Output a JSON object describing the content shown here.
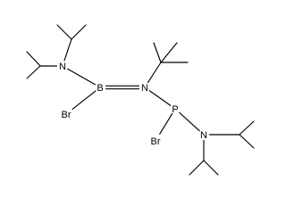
{
  "molecule": {
    "atoms": [
      {
        "id": "n1",
        "symbol": "N",
        "labeled": true
      },
      {
        "id": "b",
        "symbol": "B",
        "labeled": true
      },
      {
        "id": "br1",
        "symbol": "Br",
        "labeled": true
      },
      {
        "id": "n2",
        "symbol": "N",
        "labeled": true
      },
      {
        "id": "p",
        "symbol": "P",
        "labeled": true
      },
      {
        "id": "br2",
        "symbol": "Br",
        "labeled": true
      },
      {
        "id": "n3",
        "symbol": "N",
        "labeled": true
      },
      {
        "id": "ipr1_ch",
        "symbol": "C",
        "labeled": false
      },
      {
        "id": "ipr1_me1",
        "symbol": "C",
        "labeled": false
      },
      {
        "id": "ipr1_me2",
        "symbol": "C",
        "labeled": false
      },
      {
        "id": "ipr2_ch",
        "symbol": "C",
        "labeled": false
      },
      {
        "id": "ipr2_me1",
        "symbol": "C",
        "labeled": false
      },
      {
        "id": "ipr2_me2",
        "symbol": "C",
        "labeled": false
      },
      {
        "id": "tbu_c",
        "symbol": "C",
        "labeled": false
      },
      {
        "id": "tbu_me1",
        "symbol": "C",
        "labeled": false
      },
      {
        "id": "tbu_me2",
        "symbol": "C",
        "labeled": false
      },
      {
        "id": "tbu_me3",
        "symbol": "C",
        "labeled": false
      },
      {
        "id": "ipr3_ch",
        "symbol": "C",
        "labeled": false
      },
      {
        "id": "ipr3_me1",
        "symbol": "C",
        "labeled": false
      },
      {
        "id": "ipr3_me2",
        "symbol": "C",
        "labeled": false
      },
      {
        "id": "ipr4_ch",
        "symbol": "C",
        "labeled": false
      },
      {
        "id": "ipr4_me1",
        "symbol": "C",
        "labeled": false
      },
      {
        "id": "ipr4_me2",
        "symbol": "C",
        "labeled": false
      }
    ],
    "bonds": [
      {
        "a": "n1",
        "b": "ipr1_ch",
        "order": 1
      },
      {
        "a": "ipr1_ch",
        "b": "ipr1_me1",
        "order": 1
      },
      {
        "a": "ipr1_ch",
        "b": "ipr1_me2",
        "order": 1
      },
      {
        "a": "n1",
        "b": "ipr2_ch",
        "order": 1
      },
      {
        "a": "ipr2_ch",
        "b": "ipr2_me1",
        "order": 1
      },
      {
        "a": "ipr2_ch",
        "b": "ipr2_me2",
        "order": 1
      },
      {
        "a": "n1",
        "b": "b",
        "order": 1
      },
      {
        "a": "b",
        "b": "br1",
        "order": 1
      },
      {
        "a": "b",
        "b": "n2",
        "order": 2
      },
      {
        "a": "n2",
        "b": "tbu_c",
        "order": 1
      },
      {
        "a": "tbu_c",
        "b": "tbu_me1",
        "order": 1
      },
      {
        "a": "tbu_c",
        "b": "tbu_me2",
        "order": 1
      },
      {
        "a": "tbu_c",
        "b": "tbu_me3",
        "order": 1
      },
      {
        "a": "n2",
        "b": "p",
        "order": 1
      },
      {
        "a": "p",
        "b": "br2",
        "order": 1
      },
      {
        "a": "p",
        "b": "n3",
        "order": 1
      },
      {
        "a": "n3",
        "b": "ipr3_ch",
        "order": 1
      },
      {
        "a": "ipr3_ch",
        "b": "ipr3_me1",
        "order": 1
      },
      {
        "a": "ipr3_ch",
        "b": "ipr3_me2",
        "order": 1
      },
      {
        "a": "n3",
        "b": "ipr4_ch",
        "order": 1
      },
      {
        "a": "ipr4_ch",
        "b": "ipr4_me1",
        "order": 1
      },
      {
        "a": "ipr4_ch",
        "b": "ipr4_me2",
        "order": 1
      }
    ]
  }
}
